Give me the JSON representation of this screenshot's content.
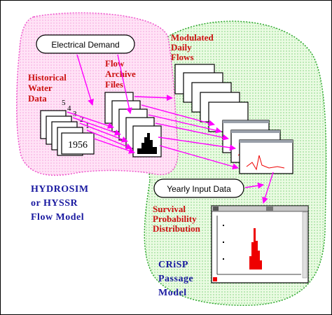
{
  "labels": {
    "electrical_demand": "Electrical Demand",
    "historical_water_data": [
      "Historical",
      "Water",
      "Data"
    ],
    "flow_archive_files": [
      "Flow",
      "Archive",
      "Files"
    ],
    "modulated_daily_flows": [
      "Modulated",
      "Daily",
      "Flows"
    ],
    "year": "1956",
    "stack_numbers": [
      "5",
      "4",
      "3",
      "2",
      "1"
    ],
    "hydrosim_model": [
      "HYDROSIM",
      "or  HYSSR",
      "Flow Model"
    ],
    "yearly_input_data": "Yearly Input Data",
    "survival_distribution": [
      "Survival",
      "Probability",
      "Distribution"
    ],
    "crisp_model": [
      "CRiSP",
      "Passage",
      "Model"
    ]
  },
  "colors": {
    "pink_region_fill": "#ffe3f6",
    "pink_region_stroke": "#ee55cc",
    "green_region_fill": "#e8fbe0",
    "green_region_stroke": "#2ea82e",
    "arrow": "#ff00ff",
    "label_red": "#cc1111",
    "label_blue": "#1a1aa0",
    "chart_red": "#ee0000"
  }
}
